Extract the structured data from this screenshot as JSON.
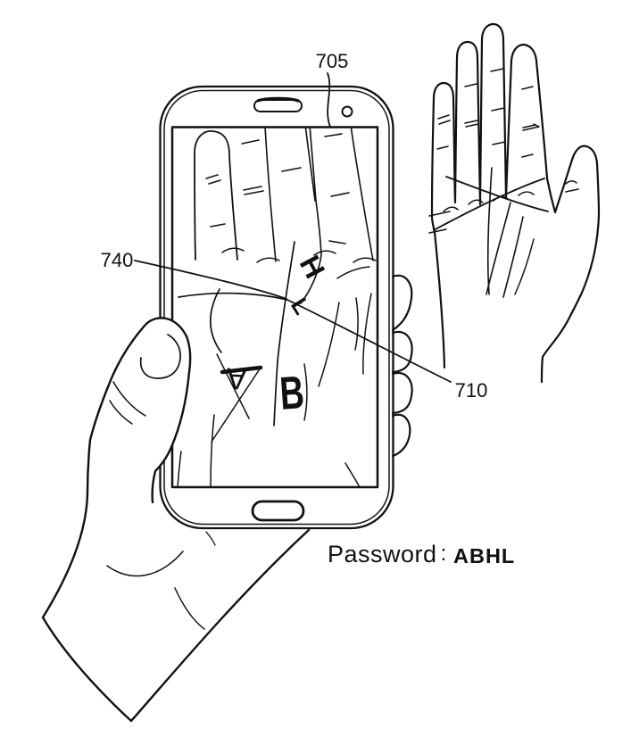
{
  "figure": {
    "description_labels": {
      "705": "705",
      "740": "740",
      "710": "710"
    },
    "password": {
      "label": "Password",
      "separator": ":",
      "value": "ABHL"
    },
    "screen_marks": [
      "A",
      "B",
      "H",
      "L"
    ],
    "colors": {
      "ink": "#111111",
      "background": "#ffffff"
    }
  }
}
